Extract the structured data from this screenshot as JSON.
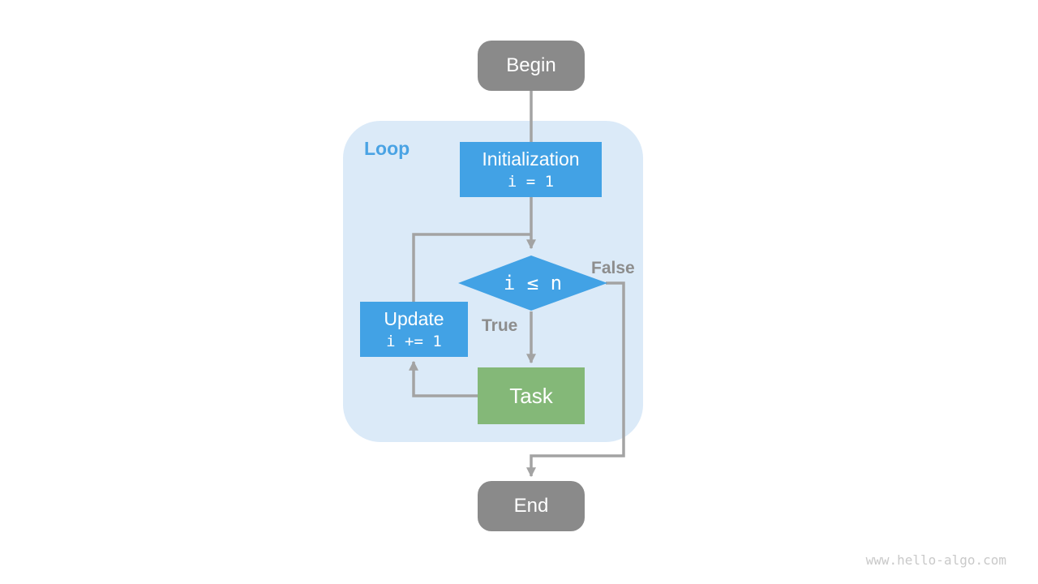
{
  "page": {
    "watermark": "www.hello-algo.com"
  },
  "diagram": {
    "type": "flowchart",
    "loop_container_label": "Loop",
    "nodes": {
      "begin": {
        "label": "Begin",
        "shape": "rounded-terminal"
      },
      "initialization": {
        "label": "Initialization",
        "code": "i = 1",
        "shape": "process-rect"
      },
      "condition": {
        "label": "i ≤ n",
        "shape": "diamond"
      },
      "task": {
        "label": "Task",
        "shape": "process-rect"
      },
      "update": {
        "label": "Update",
        "code": "i += 1",
        "shape": "process-rect"
      },
      "end": {
        "label": "End",
        "shape": "rounded-terminal"
      }
    },
    "edge_labels": {
      "true_branch": "True",
      "false_branch": "False"
    },
    "colors": {
      "terminal_gray": "#8a8a8a",
      "process_blue": "#42a2e5",
      "task_green": "#84b878",
      "loop_background": "#dbeaf8",
      "loop_label_blue": "#4aa3e4",
      "connector_gray": "#a3a3a3",
      "edge_label_gray": "#8d8d8d",
      "watermark_gray": "#c9c9c9"
    }
  }
}
